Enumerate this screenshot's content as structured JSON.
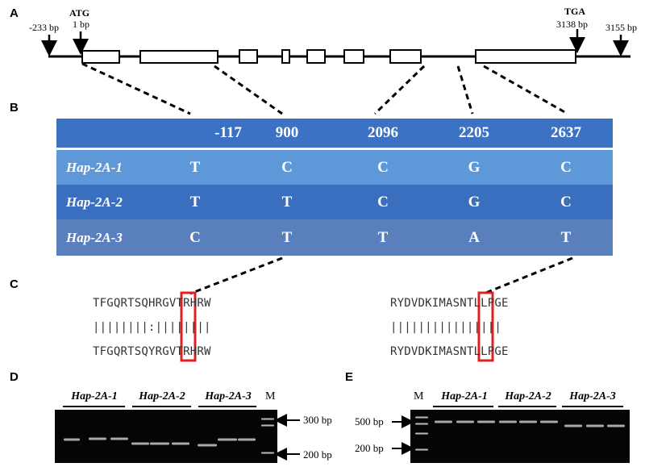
{
  "panels": {
    "a": "A",
    "b": "B",
    "c": "C",
    "d": "D",
    "e": "E"
  },
  "gene_structure": {
    "start_label": "-233 bp",
    "atg_label": "ATG",
    "atg_pos": "1 bp",
    "tga_label": "TGA",
    "tga_pos": "3138 bp",
    "end_label": "3155 bp"
  },
  "snp_table": {
    "positions": [
      "-117",
      "900",
      "2096",
      "2205",
      "2637"
    ],
    "haplotypes": [
      {
        "name": "Hap-2A-1",
        "alleles": [
          "T",
          "C",
          "C",
          "G",
          "C"
        ]
      },
      {
        "name": "Hap-2A-2",
        "alleles": [
          "T",
          "T",
          "C",
          "G",
          "C"
        ]
      },
      {
        "name": "Hap-2A-3",
        "alleles": [
          "C",
          "T",
          "T",
          "A",
          "T"
        ]
      }
    ],
    "colors": {
      "header": "#3b72c4",
      "row1": "#5f98d8",
      "row2": "#3a6fc0",
      "row3": "#5a7fbd"
    }
  },
  "alignments": {
    "left": {
      "top": "TFGQRTSQHRGVTRHRW",
      "match": "||||||||:||||||||",
      "bottom": "TFGQRTSQYRGVTRHRW"
    },
    "right": {
      "top": "RYDVDKIMASNTLLPGE",
      "match": "||||||||||||||||",
      "bottom": "RYDVDKIMASNTLLPGE"
    },
    "highlight_color": "#e02020"
  },
  "gel_d": {
    "lanes": [
      "Hap-2A-1",
      "Hap-2A-2",
      "Hap-2A-3"
    ],
    "marker": "M",
    "size_labels": [
      "300 bp",
      "200 bp"
    ]
  },
  "gel_e": {
    "marker": "M",
    "lanes": [
      "Hap-2A-1",
      "Hap-2A-2",
      "Hap-2A-3"
    ],
    "size_labels": [
      "500 bp",
      "200 bp"
    ]
  }
}
